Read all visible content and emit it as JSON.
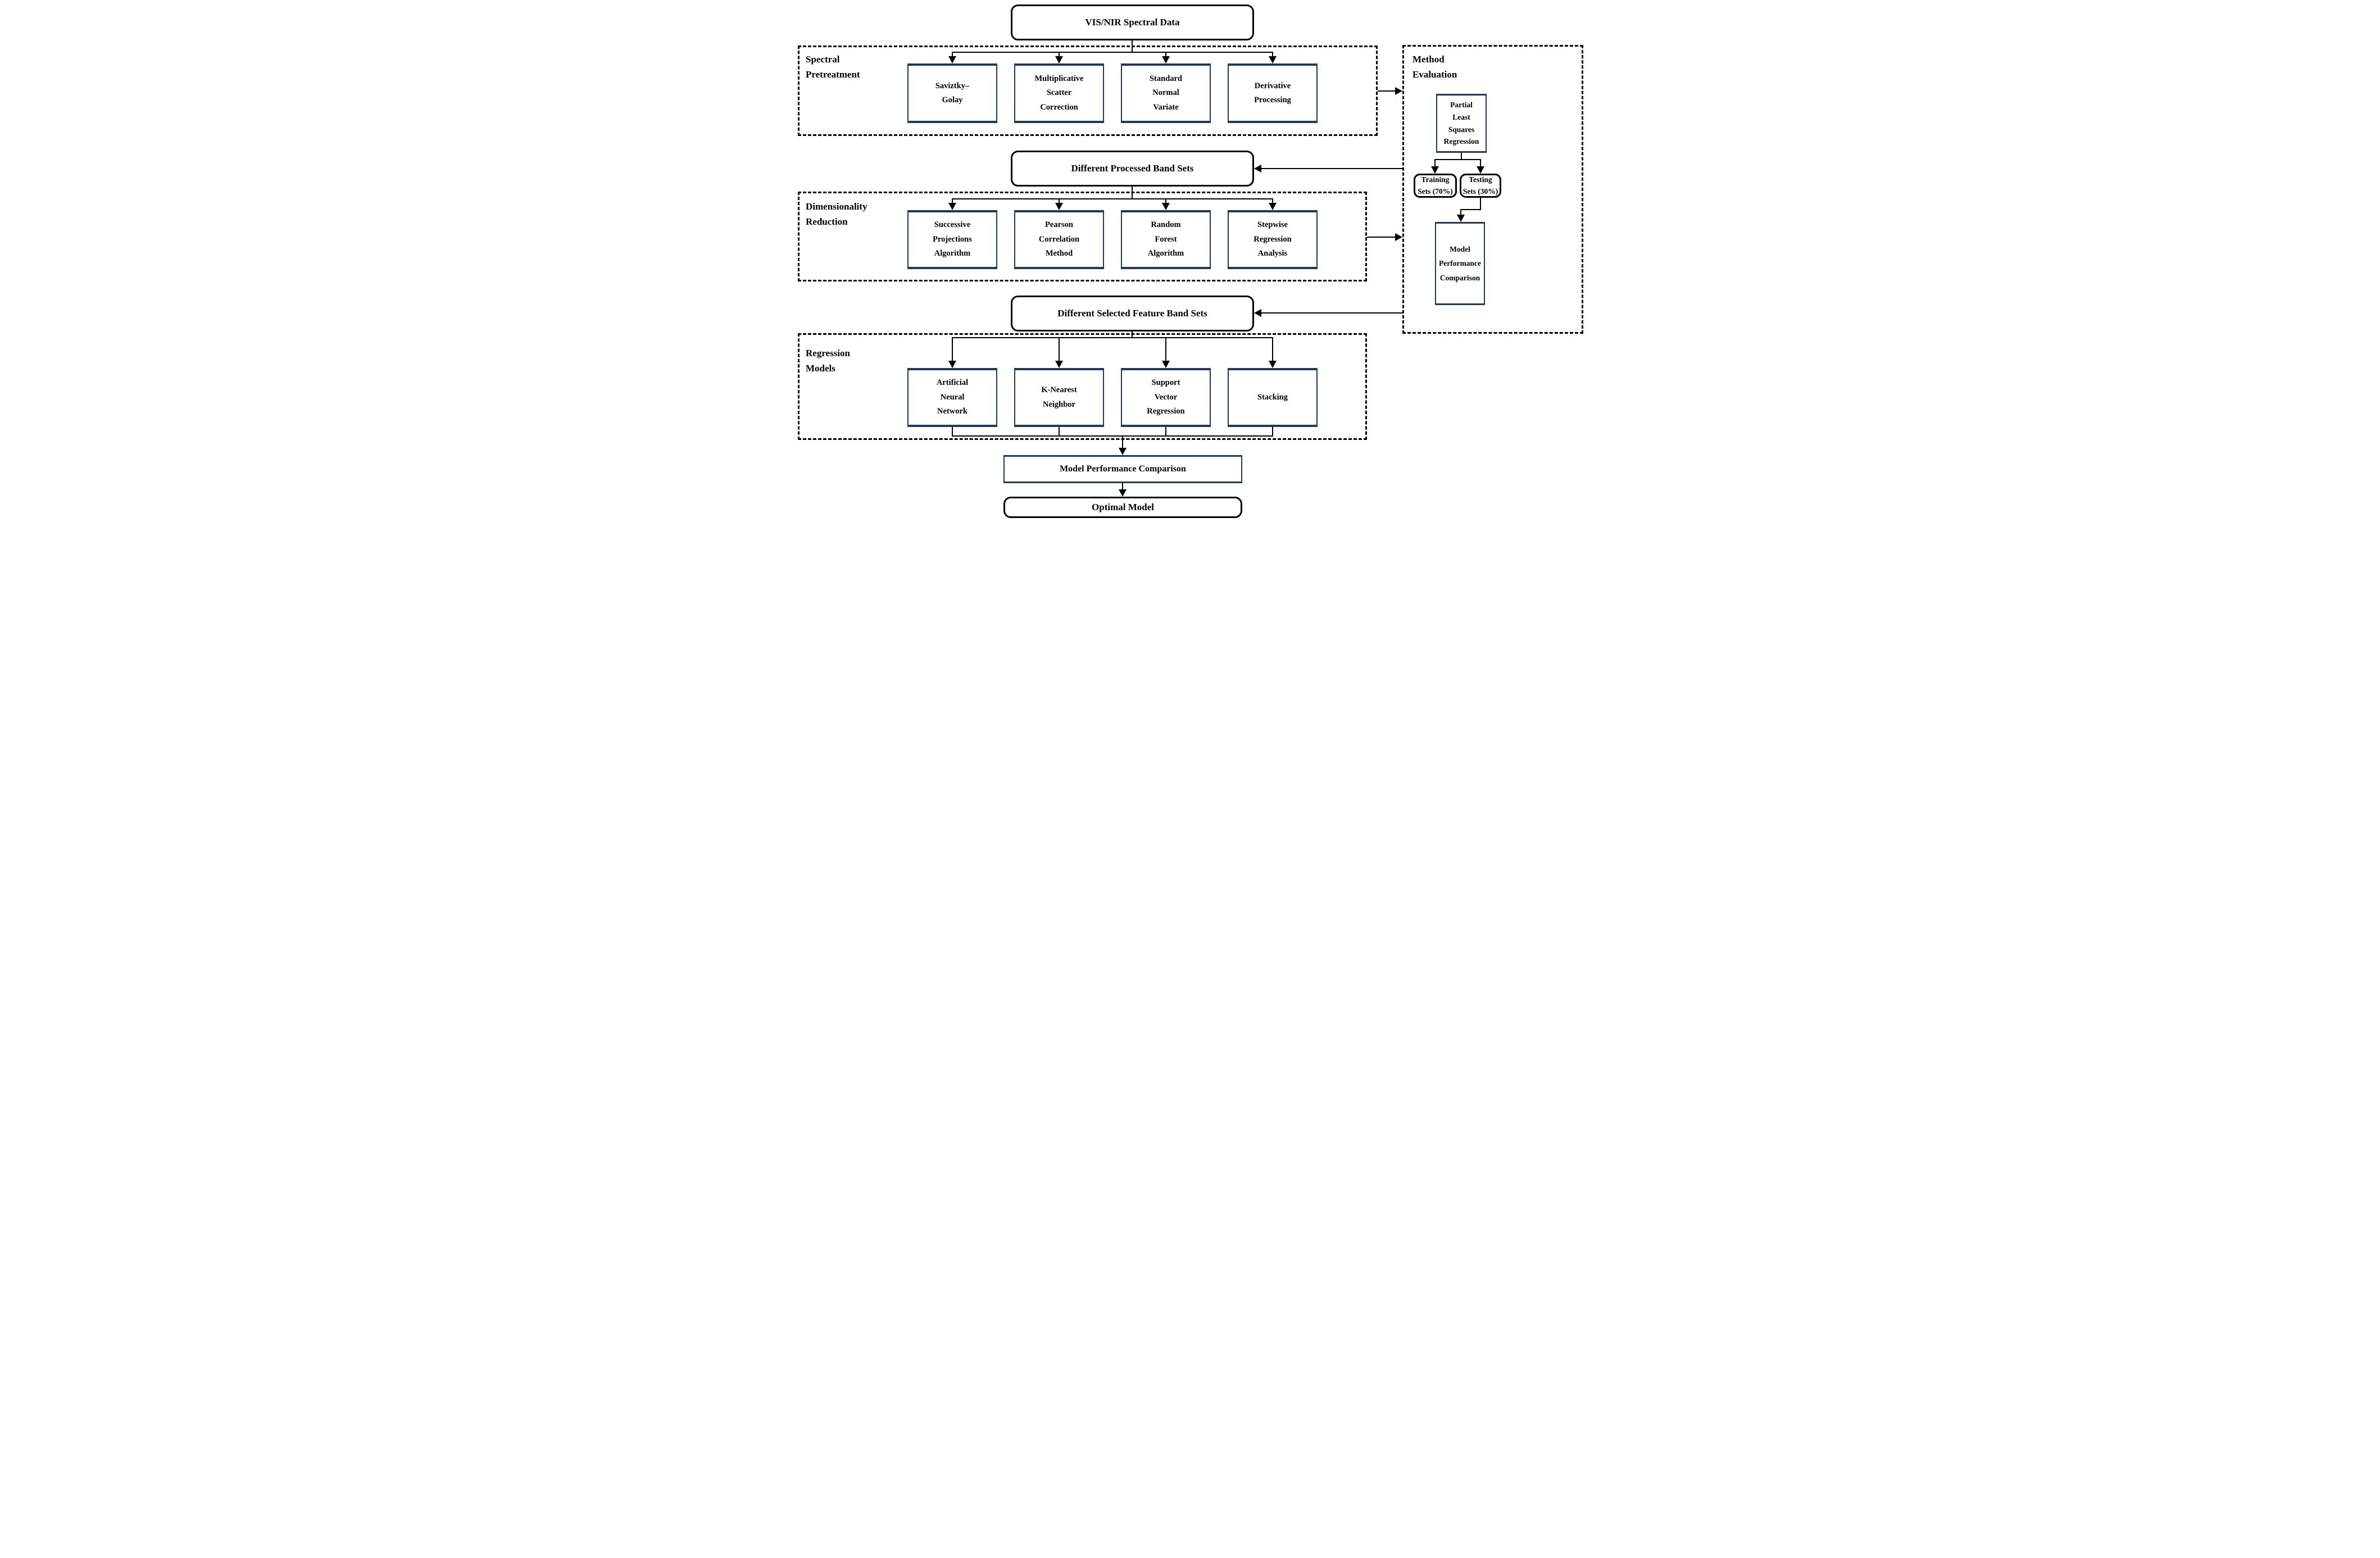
{
  "diagram": {
    "nodes": {
      "spectral_data": "VIS/NIR Spectral Data",
      "processed_band_sets": "Different Processed Band Sets",
      "selected_feature_band_sets": "Different Selected Feature Band Sets",
      "model_performance_comparison": "Model Performance Comparison",
      "optimal_model": "Optimal Model"
    },
    "sections": {
      "spectral_pretreatment": {
        "label": "Spectral\nPretreatment",
        "boxes": [
          "Saviztky–\nGolay",
          "Multiplicative\nScatter\nCorrection",
          "Standard\nNormal\nVariate",
          "Derivative\nProcessing"
        ]
      },
      "dimensionality_reduction": {
        "label": "Dimensionality\nReduction",
        "boxes": [
          "Successive\nProjections\nAlgorithm",
          "Pearson\nCorrelation\nMethod",
          "Random\nForest\nAlgorithm",
          "Stepwise\nRegression\nAnalysis"
        ]
      },
      "regression_models": {
        "label": "Regression\nModels",
        "boxes": [
          "Artificial\nNeural\nNetwork",
          "K-Nearest\nNeighbor",
          "Support\nVector\nRegression",
          "Stacking"
        ]
      },
      "method_evaluation": {
        "label": "Method\nEvaluation",
        "pls": "Partial\nLeast\nSquares\nRegression",
        "training": "Training\nSets (70%)",
        "testing": "Testing\nSets (30%)",
        "comparison": "Model\nPerformance\nComparison"
      }
    },
    "colors": {
      "navy": "#1b3a5f",
      "line": "#000000"
    }
  }
}
